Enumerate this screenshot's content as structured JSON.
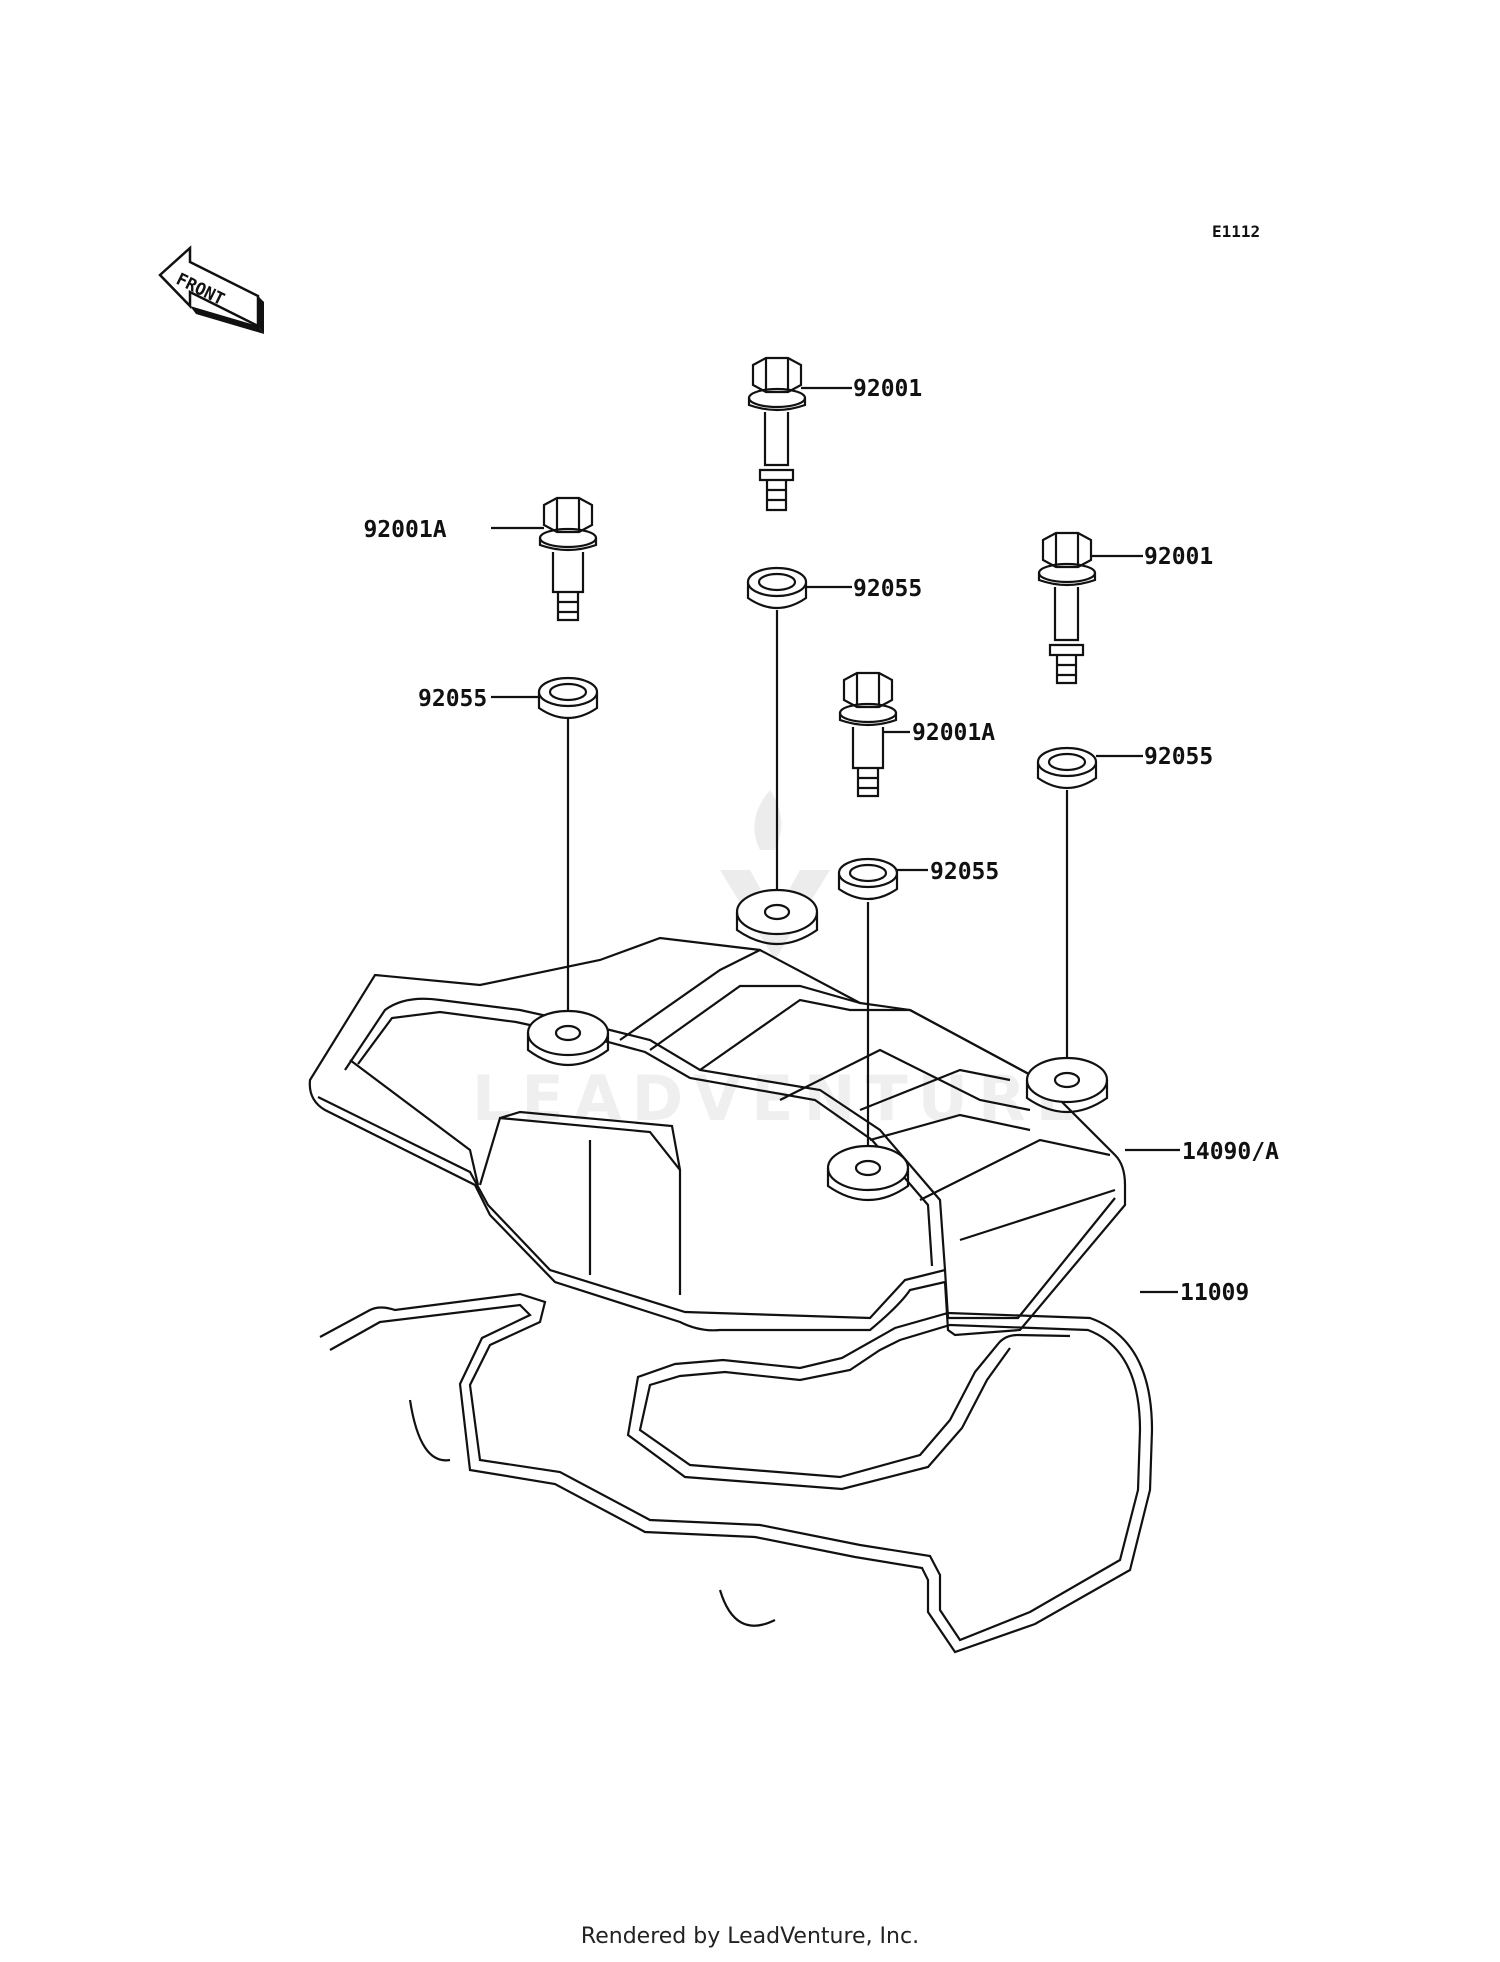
{
  "diagram": {
    "code": "E1112",
    "front_label": "FRONT",
    "watermark": "LEADVENTURE",
    "footer": "Rendered by LeadVenture, Inc.",
    "labels": {
      "bolt_top": "92001",
      "bolt_right": "92001",
      "bolt_left": "92001A",
      "bolt_mid": "92001A",
      "washer_top": "92055",
      "washer_left": "92055",
      "washer_right": "92055",
      "washer_mid": "92055",
      "cover": "14090/A",
      "gasket": "11009"
    }
  }
}
